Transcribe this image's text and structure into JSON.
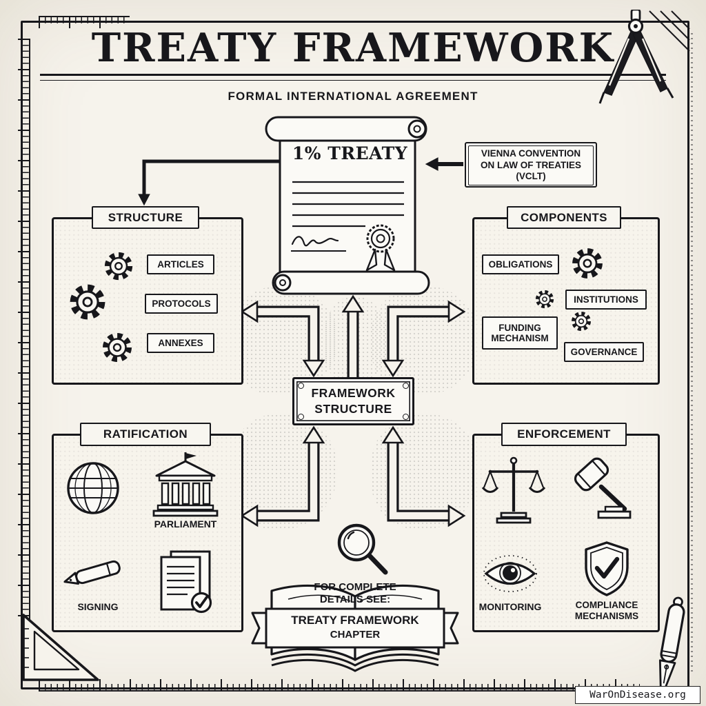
{
  "page": {
    "title": "TREATY FRAMEWORK",
    "subtitle": "FORMAL INTERNATIONAL AGREEMENT",
    "watermark": "WarOnDisease.org"
  },
  "treaty_scroll": {
    "label": "1% TREATY"
  },
  "vclt_box": {
    "line1": "VIENNA CONVENTION",
    "line2": "ON LAW OF TREATIES",
    "line3": "(VCLT)"
  },
  "center_plaque": {
    "line1": "FRAMEWORK",
    "line2": "STRUCTURE"
  },
  "structure": {
    "title": "STRUCTURE",
    "items": [
      "ARTICLES",
      "PROTOCOLS",
      "ANNEXES"
    ]
  },
  "components": {
    "title": "COMPONENTS",
    "obligations": "OBLIGATIONS",
    "institutions": "INSTITUTIONS",
    "funding": "FUNDING MECHANISM",
    "governance": "GOVERNANCE"
  },
  "ratification": {
    "title": "RATIFICATION",
    "parliament": "PARLIAMENT",
    "signing": "SIGNING"
  },
  "enforcement": {
    "title": "ENFORCEMENT",
    "monitoring": "MONITORING",
    "compliance": "COMPLIANCE MECHANISMS"
  },
  "book": {
    "note_line1": "FOR COMPLETE",
    "note_line2": "DETAILS SEE:",
    "banner_line1": "TREATY FRAMEWORK",
    "banner_line2": "CHAPTER"
  }
}
